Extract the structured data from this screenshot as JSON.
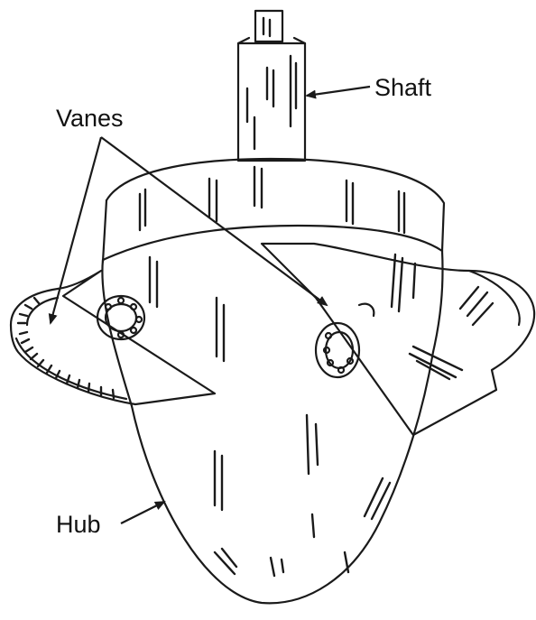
{
  "labels": {
    "shaft": "Shaft",
    "vanes": "Vanes",
    "hub": "Hub"
  },
  "colors": {
    "ink": "#1a1a1a",
    "background": "#ffffff"
  }
}
